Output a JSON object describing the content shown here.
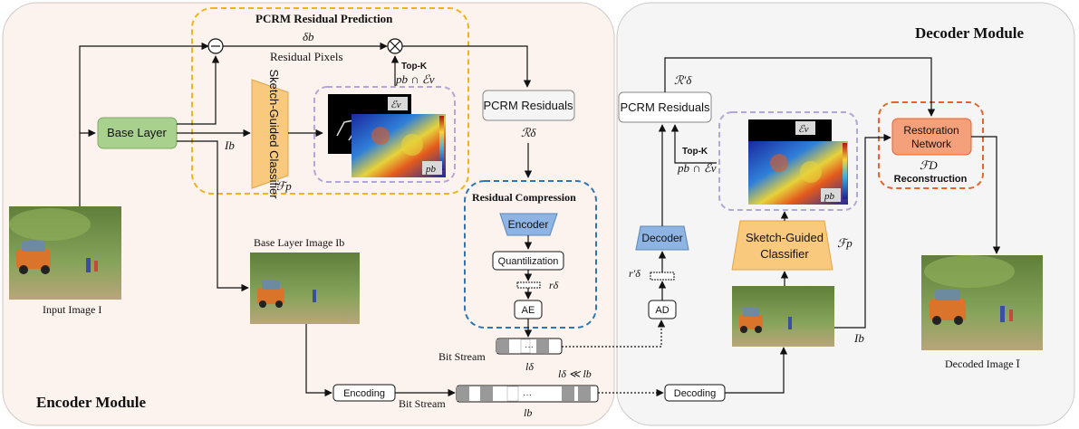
{
  "modules": {
    "encoder": "Encoder  Module",
    "decoder": "Decoder Module",
    "pcrm_prediction": "PCRM Residual Prediction",
    "residual_compression": "Residual Compression"
  },
  "nodes": {
    "base_layer": "Base Layer",
    "sketch_classifier_enc": "Sketch-Guided Classifier",
    "pcrm_residuals_enc": "PCRM Residuals",
    "encoder": "Encoder",
    "quantization": "Quantilization",
    "ae": "AE",
    "ad": "AD",
    "decoder": "Decoder",
    "pcrm_residuals_dec": "PCRM Residuals",
    "sketch_classifier_dec_1": "Sketch-Guided",
    "sketch_classifier_dec_2": "Classifier",
    "restoration_1": "Restoration",
    "restoration_2": "Network",
    "encoding": "Encoding",
    "decoding": "Decoding"
  },
  "labels": {
    "residual_pixels": "Residual Pixels",
    "delta_b": "δb",
    "top_k": "Top-K",
    "pb_cap_ev": "pb ∩ ℰv",
    "i_b": "Ib",
    "f_p": "ℱp",
    "r_delta_cal": "ℛδ",
    "r_delta": "rδ",
    "r_prime_delta": "r′δ",
    "r_prime_cal": "ℛ′δ",
    "e_v": "ℰv",
    "p_b": "pb",
    "f_d": "ℱD",
    "reconstruction": "Reconstruction",
    "bit_stream": "Bit Stream",
    "l_delta": "lδ",
    "l_delta_ll_lb": "lδ ≪ lb",
    "l_b": "lb",
    "stream_dots": "···"
  },
  "images": {
    "input": "Input Image I",
    "base_layer_image": "Base Layer Image Ib",
    "decoded": "Decoded Image Ī"
  },
  "colors": {
    "encoder_bg": "#fdf3ee",
    "decoder_bg": "#f5f5f5",
    "base_layer_fill": "#a9d18e",
    "classifier_fill": "#f9c97d",
    "pcrm_dash": "#f0b41e",
    "purple_dash": "#b3a6d8",
    "blue_dash": "#2e75b6",
    "codec_fill": "#8eb4e3",
    "restoration_fill": "#f4a07a",
    "restoration_dash": "#e9622a",
    "stream_gray": "#999999"
  }
}
